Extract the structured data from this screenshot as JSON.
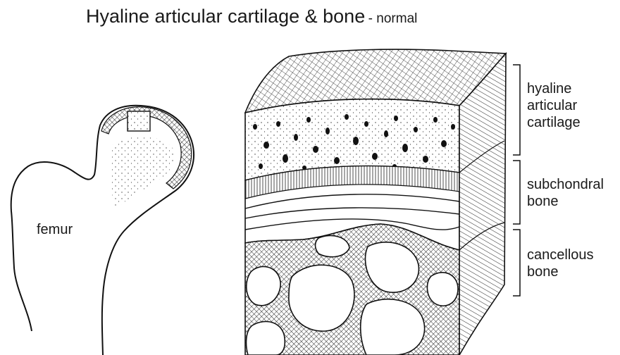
{
  "title": "Hyaline articular cartilage & bone",
  "subtitle": "- normal",
  "labels": {
    "femur": "femur",
    "cartilage": "hyaline\narticular\ncartilage",
    "subchondral": "subchondral\nbone",
    "cancellous": "cancellous\nbone"
  },
  "colors": {
    "ink": "#1a1a1a",
    "background": "#ffffff"
  }
}
